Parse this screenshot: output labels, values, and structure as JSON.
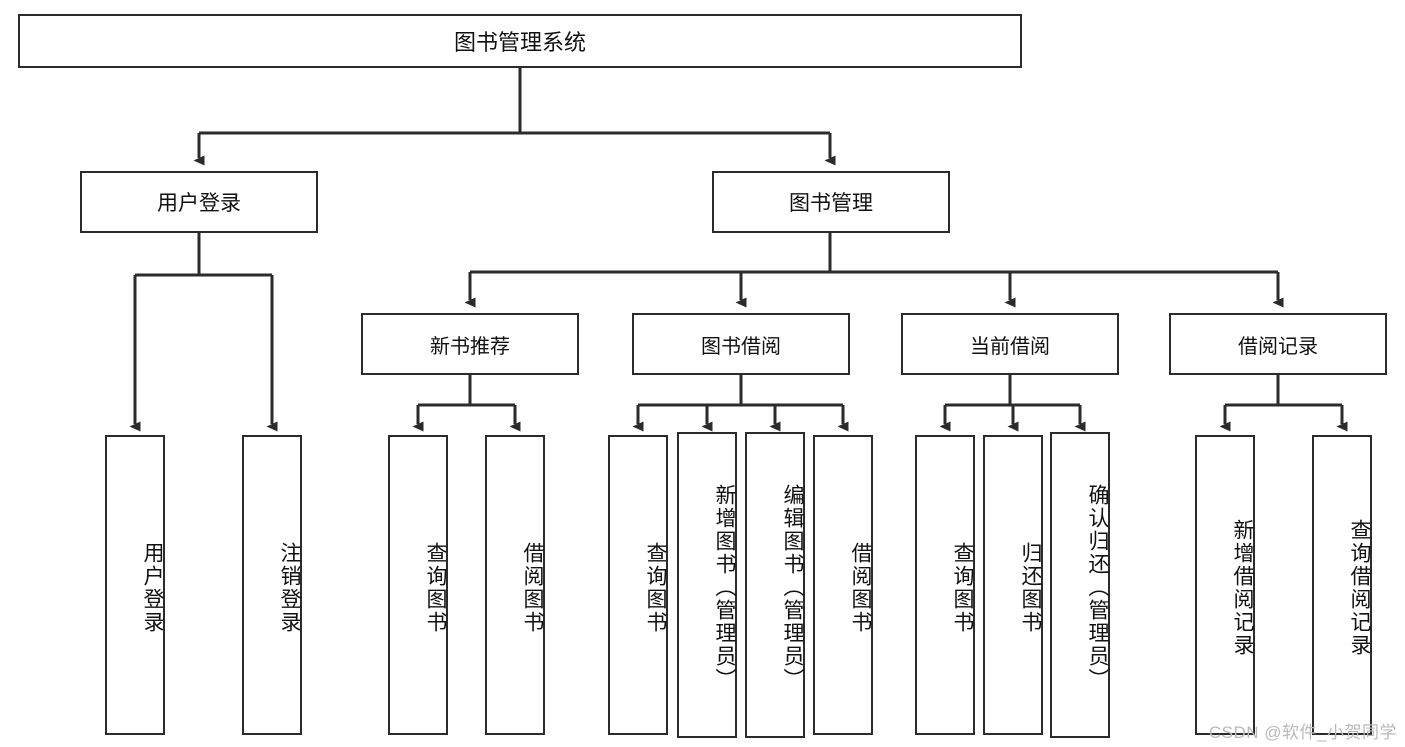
{
  "diagram": {
    "title": "图书管理系统",
    "type": "tree-hierarchy-diagram",
    "watermark": "CSDN @软件_小贺同学",
    "colors": {
      "box_border": "#2b2b2b",
      "box_fill": "#ffffff",
      "edge": "#2b2b2b",
      "text": "#111111",
      "watermark": "#b9b9b9"
    },
    "root": {
      "label": "图书管理系统"
    },
    "level2": [
      {
        "id": "user-login",
        "label": "用户登录"
      },
      {
        "id": "book-management",
        "label": "图书管理"
      }
    ],
    "level3": [
      {
        "id": "new-book-recommend",
        "label": "新书推荐"
      },
      {
        "id": "book-borrow",
        "label": "图书借阅"
      },
      {
        "id": "current-borrow",
        "label": "当前借阅"
      },
      {
        "id": "borrow-record",
        "label": "借阅记录"
      }
    ],
    "leaves": {
      "user_login": [
        {
          "id": "leaf-user-login",
          "label": "用户登录"
        },
        {
          "id": "leaf-logout-login",
          "label": "注销登录"
        }
      ],
      "new_book_recommend": [
        {
          "id": "leaf-query-book-1",
          "label": "查询图书"
        },
        {
          "id": "leaf-borrow-book-1",
          "label": "借阅图书"
        }
      ],
      "book_borrow": [
        {
          "id": "leaf-query-book-2",
          "label": "查询图书"
        },
        {
          "id": "leaf-add-book-admin",
          "label": "新增图书（管理员）"
        },
        {
          "id": "leaf-edit-book-admin",
          "label": "编辑图书（管理员）"
        },
        {
          "id": "leaf-borrow-book-2",
          "label": "借阅图书"
        }
      ],
      "current_borrow": [
        {
          "id": "leaf-query-book-3",
          "label": "查询图书"
        },
        {
          "id": "leaf-return-book",
          "label": "归还图书"
        },
        {
          "id": "leaf-confirm-return-admin",
          "label": "确认归还（管理员）"
        }
      ],
      "borrow_record": [
        {
          "id": "leaf-add-borrow-record",
          "label": "新增借阅记录"
        },
        {
          "id": "leaf-query-borrow-record",
          "label": "查询借阅记录"
        }
      ]
    }
  }
}
